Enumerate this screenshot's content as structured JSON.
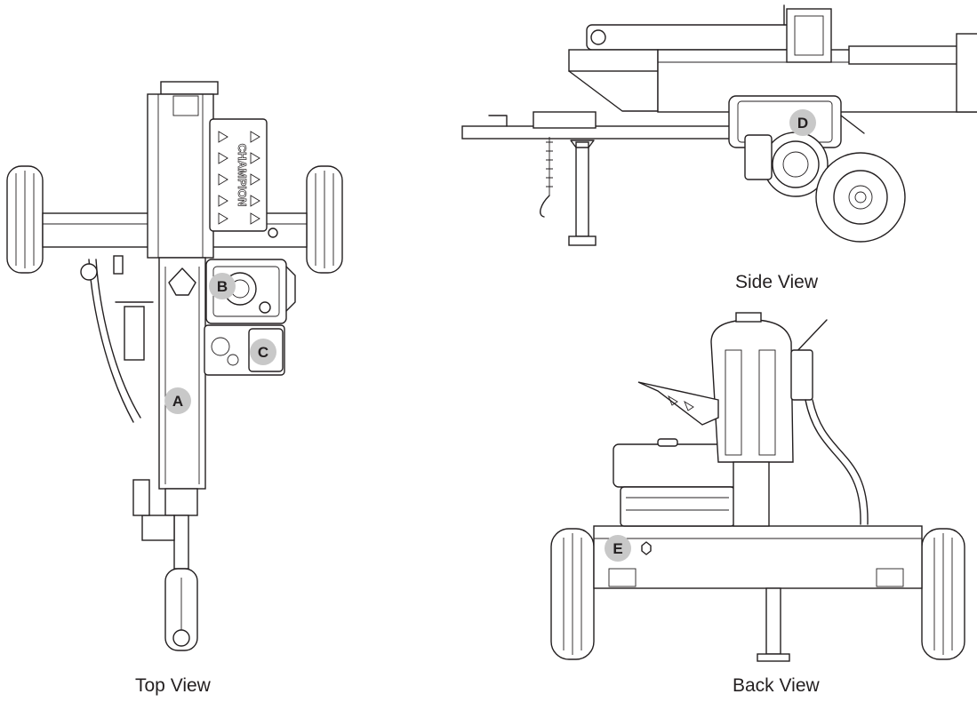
{
  "views": {
    "top": {
      "caption": "Top View"
    },
    "side": {
      "caption": "Side View"
    },
    "back": {
      "caption": "Back View"
    }
  },
  "callouts": {
    "a": "A",
    "b": "B",
    "c": "C",
    "d": "D",
    "e": "E"
  },
  "branding": {
    "engine_shroud_logo": "CHAMPION"
  },
  "colors": {
    "line": "#231f20",
    "callout_fill": "#c8c8c8",
    "background": "#ffffff"
  }
}
